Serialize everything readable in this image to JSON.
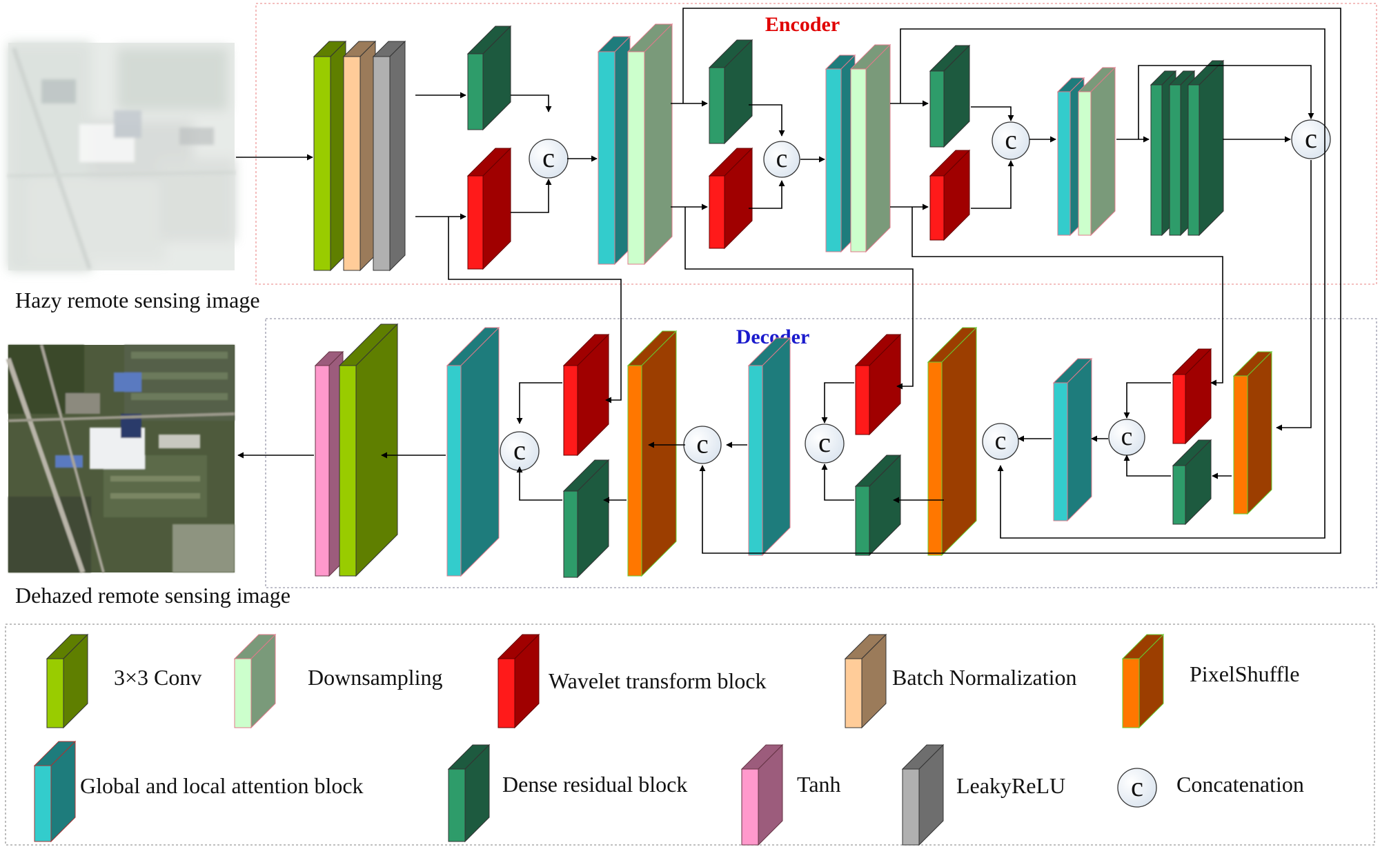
{
  "labels": {
    "encoder": "Encoder",
    "decoder": "Decoder",
    "input": "Hazy remote sensing image",
    "output": "Dehazed remote sensing image",
    "concat_symbol": "c"
  },
  "legend": {
    "conv": "3×3 Conv",
    "downsampling": "Downsampling",
    "wavelet": "Wavelet transform block",
    "batchnorm": "Batch Normalization",
    "pixelshuffle": "PixelShuffle",
    "attention": "Global and local attention block",
    "dense": "Dense residual block",
    "tanh": "Tanh",
    "leakyrelu": "LeakyReLU",
    "concatenation": "Concatenation"
  },
  "colors": {
    "conv": [
      "#99cc00",
      "#5f7f00"
    ],
    "batchnorm": [
      "#ffcc99",
      "#9b7b5a"
    ],
    "leakyrelu": [
      "#b0b0b0",
      "#6e6e6e"
    ],
    "dense": [
      "#2e9c6a",
      "#1d5a3f"
    ],
    "wavelet": [
      "#ff1a1a",
      "#a00000"
    ],
    "attention": [
      "#33cccc",
      "#1e7c7c"
    ],
    "downsampling": [
      "#ccffcc",
      "#7a9a7a"
    ],
    "pixelshuffle": [
      "#ff7700",
      "#9c3e00"
    ],
    "tanh": [
      "#ff99cc",
      "#9c5c7c"
    ],
    "encoder_title": "#e00000",
    "decoder_title": "#1a1acc"
  }
}
